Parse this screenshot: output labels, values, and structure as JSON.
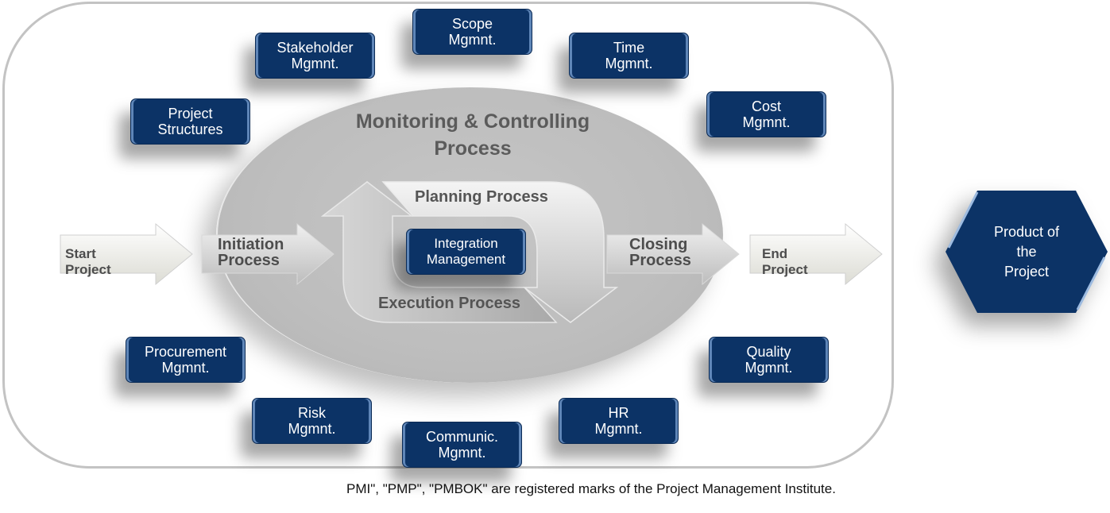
{
  "colors": {
    "box_fill": "#0c3366",
    "box_edge": "#5f86b8",
    "ellipse_fill": "#bdbdbd",
    "frame_border": "#c3c3c3",
    "label_gray": "#555555"
  },
  "center": {
    "title": "Monitoring & Controlling\nProcess",
    "integration": "Integration\nManagement",
    "planning": "Planning Process",
    "execution": "Execution Process"
  },
  "flow": {
    "start": "Start Project",
    "initiation": "Initiation\nProcess",
    "closing": "Closing\nProcess",
    "end": "End Project"
  },
  "knowledge_areas": [
    {
      "id": "scope",
      "label": "Scope\nMgmnt."
    },
    {
      "id": "stakeholder",
      "label": "Stakeholder\nMgmnt."
    },
    {
      "id": "time",
      "label": "Time\nMgmnt."
    },
    {
      "id": "project-structures",
      "label": "Project\nStructures"
    },
    {
      "id": "cost",
      "label": "Cost\nMgmnt."
    },
    {
      "id": "procurement",
      "label": "Procurement\nMgmnt."
    },
    {
      "id": "quality",
      "label": "Quality\nMgmnt."
    },
    {
      "id": "risk",
      "label": "Risk\nMgmnt."
    },
    {
      "id": "hr",
      "label": "HR\nMgmnt."
    },
    {
      "id": "communic",
      "label": "Communic.\nMgmnt."
    }
  ],
  "product": "Product of\nthe\nProject",
  "footer": "PMI\", \"PMP\",  \"PMBOK\" are registered  marks of the Project Management Institute."
}
